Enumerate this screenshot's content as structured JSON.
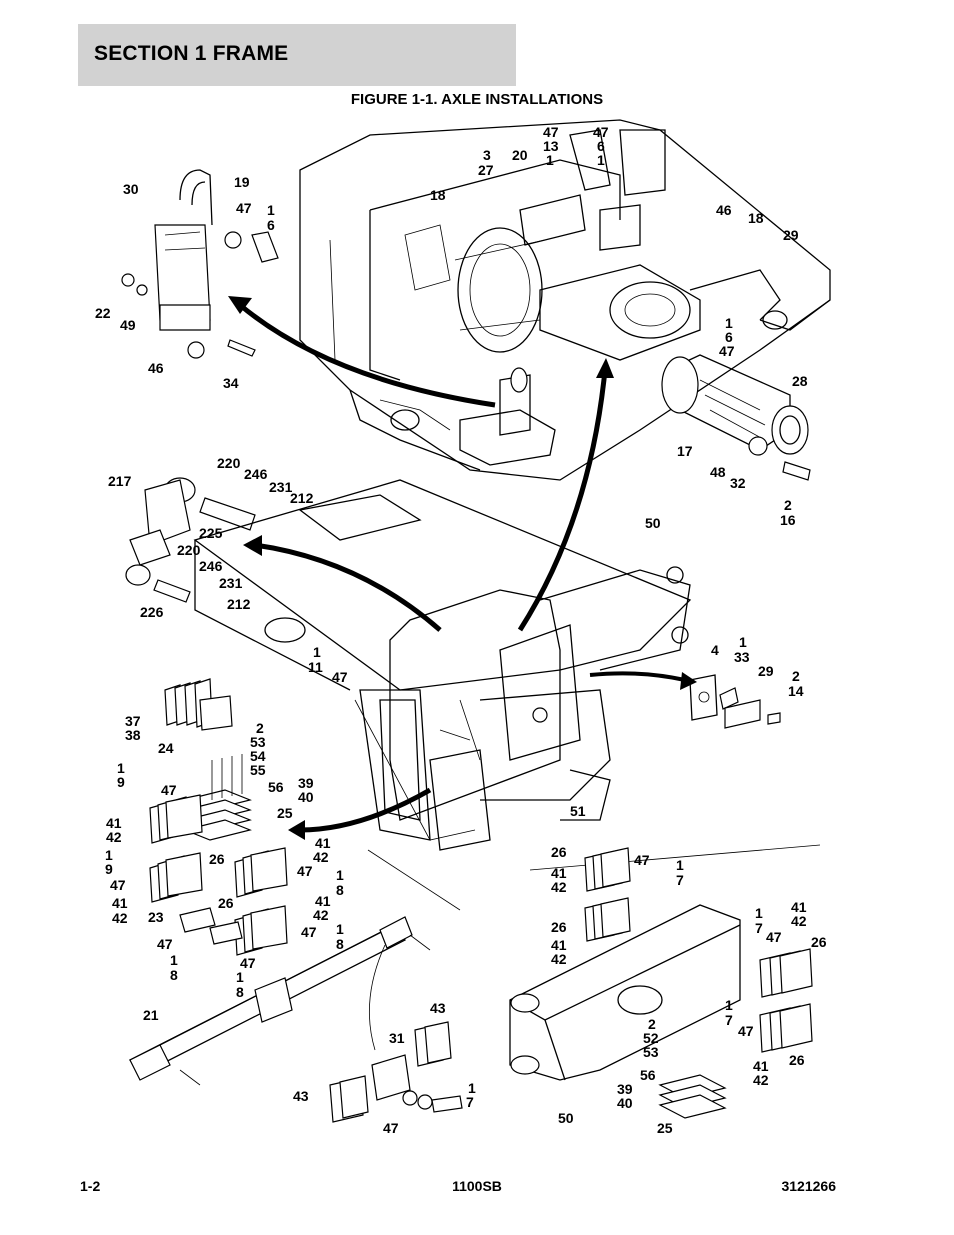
{
  "header": {
    "section_title": "SECTION 1  FRAME",
    "figure_title": "FIGURE 1-1. AXLE INSTALLATIONS"
  },
  "callouts": [
    {
      "id": "c1",
      "lines": [
        "47",
        "13",
        "1"
      ]
    },
    {
      "id": "c2",
      "lines": [
        "47",
        "6",
        "1"
      ]
    },
    {
      "id": "c3",
      "lines": [
        "3",
        "27"
      ]
    },
    {
      "id": "c4",
      "lines": [
        "20"
      ]
    },
    {
      "id": "c5",
      "lines": [
        "18"
      ]
    },
    {
      "id": "c6",
      "lines": [
        "46"
      ]
    },
    {
      "id": "c7",
      "lines": [
        "18"
      ]
    },
    {
      "id": "c8",
      "lines": [
        "29"
      ]
    },
    {
      "id": "c9",
      "lines": [
        "30"
      ]
    },
    {
      "id": "c10",
      "lines": [
        "19"
      ]
    },
    {
      "id": "c11",
      "lines": [
        "47"
      ]
    },
    {
      "id": "c12",
      "lines": [
        "1",
        "6"
      ]
    },
    {
      "id": "c13",
      "lines": [
        "22"
      ]
    },
    {
      "id": "c14",
      "lines": [
        "49"
      ]
    },
    {
      "id": "c15",
      "lines": [
        "46"
      ]
    },
    {
      "id": "c16",
      "lines": [
        "34"
      ]
    },
    {
      "id": "c17",
      "lines": [
        "1",
        "6",
        "47"
      ]
    },
    {
      "id": "c18",
      "lines": [
        "28"
      ]
    },
    {
      "id": "c19",
      "lines": [
        "17"
      ]
    },
    {
      "id": "c20",
      "lines": [
        "48"
      ]
    },
    {
      "id": "c21",
      "lines": [
        "32"
      ]
    },
    {
      "id": "c22",
      "lines": [
        "2",
        "16"
      ]
    },
    {
      "id": "c23",
      "lines": [
        "220"
      ]
    },
    {
      "id": "c24",
      "lines": [
        "246"
      ]
    },
    {
      "id": "c25",
      "lines": [
        "217"
      ]
    },
    {
      "id": "c26",
      "lines": [
        "231"
      ]
    },
    {
      "id": "c27",
      "lines": [
        "212"
      ]
    },
    {
      "id": "c28",
      "lines": [
        "225"
      ]
    },
    {
      "id": "c29",
      "lines": [
        "220"
      ]
    },
    {
      "id": "c30",
      "lines": [
        "246"
      ]
    },
    {
      "id": "c31",
      "lines": [
        "231"
      ]
    },
    {
      "id": "c32",
      "lines": [
        "226"
      ]
    },
    {
      "id": "c33",
      "lines": [
        "212"
      ]
    },
    {
      "id": "c34",
      "lines": [
        "50"
      ]
    },
    {
      "id": "c35",
      "lines": [
        "1",
        "11"
      ]
    },
    {
      "id": "c36",
      "lines": [
        "47"
      ]
    },
    {
      "id": "c37",
      "lines": [
        "4"
      ]
    },
    {
      "id": "c38",
      "lines": [
        "1",
        "33"
      ]
    },
    {
      "id": "c39",
      "lines": [
        "29"
      ]
    },
    {
      "id": "c40",
      "lines": [
        "2",
        "14"
      ]
    },
    {
      "id": "c41",
      "lines": [
        "37",
        "38"
      ]
    },
    {
      "id": "c42",
      "lines": [
        "24"
      ]
    },
    {
      "id": "c43",
      "lines": [
        "2",
        "53",
        "54",
        "55"
      ]
    },
    {
      "id": "c44",
      "lines": [
        "1",
        "9"
      ]
    },
    {
      "id": "c45",
      "lines": [
        "47"
      ]
    },
    {
      "id": "c46",
      "lines": [
        "56"
      ]
    },
    {
      "id": "c47",
      "lines": [
        "39",
        "40"
      ]
    },
    {
      "id": "c48",
      "lines": [
        "41",
        "42"
      ]
    },
    {
      "id": "c49",
      "lines": [
        "25"
      ]
    },
    {
      "id": "c50",
      "lines": [
        "51"
      ]
    },
    {
      "id": "c51",
      "lines": [
        "1",
        "9"
      ]
    },
    {
      "id": "c52",
      "lines": [
        "47"
      ]
    },
    {
      "id": "c53",
      "lines": [
        "26"
      ]
    },
    {
      "id": "c54",
      "lines": [
        "41",
        "42"
      ]
    },
    {
      "id": "c55",
      "lines": [
        "47"
      ]
    },
    {
      "id": "c56",
      "lines": [
        "1",
        "8"
      ]
    },
    {
      "id": "c57",
      "lines": [
        "41",
        "42"
      ]
    },
    {
      "id": "c58",
      "lines": [
        "26"
      ]
    },
    {
      "id": "c59",
      "lines": [
        "23"
      ]
    },
    {
      "id": "c60",
      "lines": [
        "41",
        "42"
      ]
    },
    {
      "id": "c61",
      "lines": [
        "47"
      ]
    },
    {
      "id": "c62",
      "lines": [
        "1",
        "8"
      ]
    },
    {
      "id": "c63",
      "lines": [
        "47"
      ]
    },
    {
      "id": "c64",
      "lines": [
        "1",
        "8"
      ]
    },
    {
      "id": "c65",
      "lines": [
        "47"
      ]
    },
    {
      "id": "c66",
      "lines": [
        "1",
        "8"
      ]
    },
    {
      "id": "c67",
      "lines": [
        "26"
      ]
    },
    {
      "id": "c68",
      "lines": [
        "41",
        "42"
      ]
    },
    {
      "id": "c69",
      "lines": [
        "47"
      ]
    },
    {
      "id": "c70",
      "lines": [
        "1",
        "7"
      ]
    },
    {
      "id": "c71",
      "lines": [
        "26"
      ]
    },
    {
      "id": "c72",
      "lines": [
        "41",
        "42"
      ]
    },
    {
      "id": "c73",
      "lines": [
        "1",
        "7"
      ]
    },
    {
      "id": "c74",
      "lines": [
        "47"
      ]
    },
    {
      "id": "c75",
      "lines": [
        "41",
        "42"
      ]
    },
    {
      "id": "c76",
      "lines": [
        "26"
      ]
    },
    {
      "id": "c77",
      "lines": [
        "21"
      ]
    },
    {
      "id": "c78",
      "lines": [
        "43"
      ]
    },
    {
      "id": "c79",
      "lines": [
        "31"
      ]
    },
    {
      "id": "c80",
      "lines": [
        "1",
        "7"
      ]
    },
    {
      "id": "c81",
      "lines": [
        "47"
      ]
    },
    {
      "id": "c82",
      "lines": [
        "41",
        "42"
      ]
    },
    {
      "id": "c83",
      "lines": [
        "26"
      ]
    },
    {
      "id": "c84",
      "lines": [
        "2",
        "52",
        "53"
      ]
    },
    {
      "id": "c85",
      "lines": [
        "56"
      ]
    },
    {
      "id": "c86",
      "lines": [
        "39",
        "40"
      ]
    },
    {
      "id": "c87",
      "lines": [
        "25"
      ]
    },
    {
      "id": "c88",
      "lines": [
        "50"
      ]
    },
    {
      "id": "c89",
      "lines": [
        "43"
      ]
    },
    {
      "id": "c90",
      "lines": [
        "1",
        "7"
      ]
    },
    {
      "id": "c91",
      "lines": [
        "47"
      ]
    }
  ],
  "footer": {
    "page_number": "1-2",
    "model": "1100SB",
    "part_number": "3121266"
  }
}
